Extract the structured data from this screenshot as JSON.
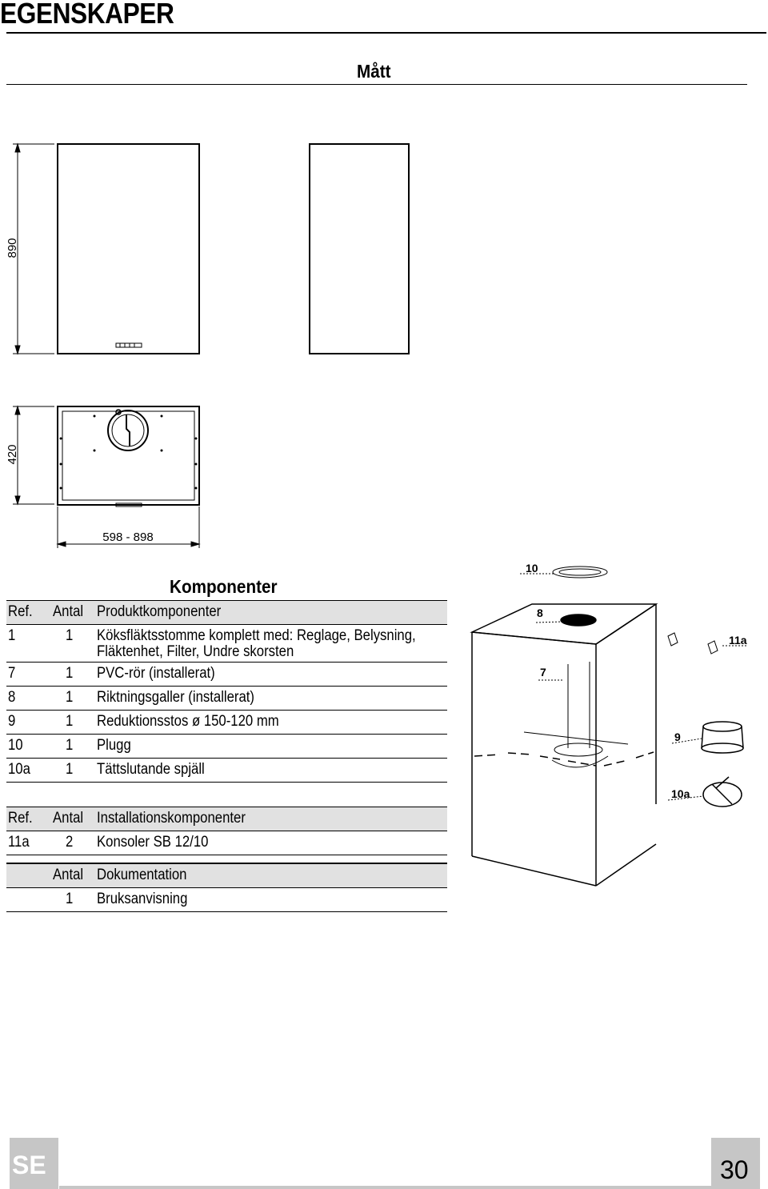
{
  "header": {
    "title": "EGENSKAPER"
  },
  "sections": {
    "matt": "Mått",
    "komponenter": "Komponenter"
  },
  "dimensions": {
    "height_890": "890",
    "depth_420": "420",
    "width_range": "598 - 898"
  },
  "product_table": {
    "headers": {
      "ref": "Ref.",
      "antal": "Antal",
      "desc": "Produktkomponenter"
    },
    "rows": [
      {
        "ref": "1",
        "antal": "1",
        "desc": "Köksfläktsstomme komplett med: Reglage, Belysning,",
        "desc2": "Fläktenhet, Filter, Undre skorsten"
      },
      {
        "ref": "7",
        "antal": "1",
        "desc": "PVC-rör (installerat)"
      },
      {
        "ref": "8",
        "antal": "1",
        "desc": "Riktningsgaller  (installerat)"
      },
      {
        "ref": "9",
        "antal": "1",
        "desc": "Reduktionsstos ø 150-120 mm"
      },
      {
        "ref": "10",
        "antal": "1",
        "desc": "Plugg"
      },
      {
        "ref": "10a",
        "antal": "1",
        "desc": "Tättslutande spjäll"
      }
    ]
  },
  "install_table": {
    "headers": {
      "ref": "Ref.",
      "antal": "Antal",
      "desc": "Installationskomponenter"
    },
    "rows": [
      {
        "ref": "11a",
        "antal": "2",
        "desc": "Konsoler SB 12/10"
      }
    ]
  },
  "doc_table": {
    "headers": {
      "antal": "Antal",
      "desc": "Dokumentation"
    },
    "rows": [
      {
        "antal": "1",
        "desc": "Bruksanvisning"
      }
    ]
  },
  "callouts": {
    "c10": "10",
    "c8": "8",
    "c7": "7",
    "c9": "9",
    "c10a": "10a",
    "c11a": "11a"
  },
  "footer": {
    "lang": "SE",
    "page": "30"
  }
}
